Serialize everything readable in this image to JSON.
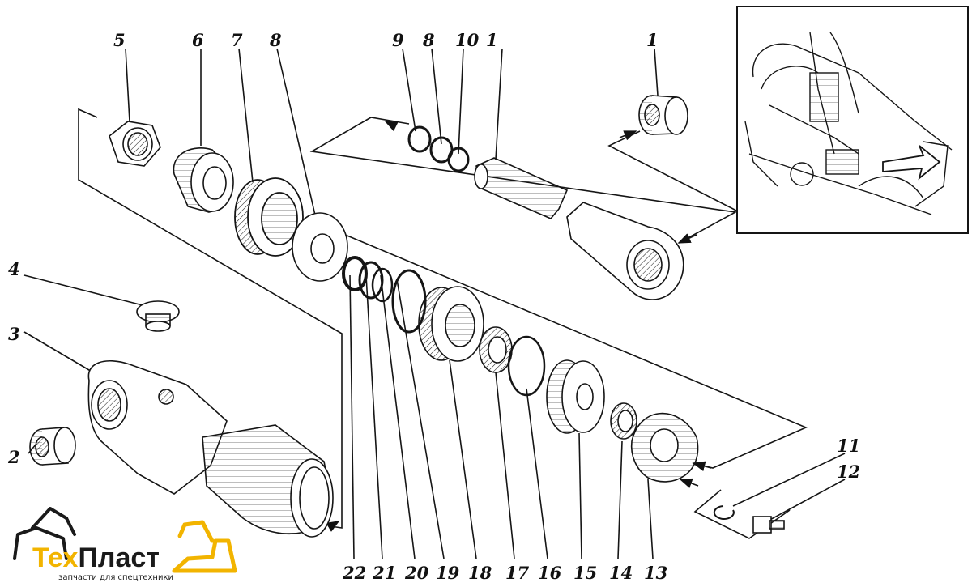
{
  "diagram": {
    "part_labels": [
      "1",
      "2",
      "3",
      "4",
      "5",
      "6",
      "7",
      "8",
      "9",
      "8",
      "10",
      "1",
      "22",
      "21",
      "20",
      "19",
      "18",
      "17",
      "16",
      "15",
      "14",
      "13",
      "11",
      "12"
    ]
  },
  "logo": {
    "name_part1": "Тех",
    "name_part2": "Пласт",
    "tagline": "запчасти для спецтехники",
    "accent_color": "#f2b400",
    "dark_color": "#1a1a1a"
  },
  "colors": {
    "ink": "#151515",
    "paper": "#ffffff"
  }
}
